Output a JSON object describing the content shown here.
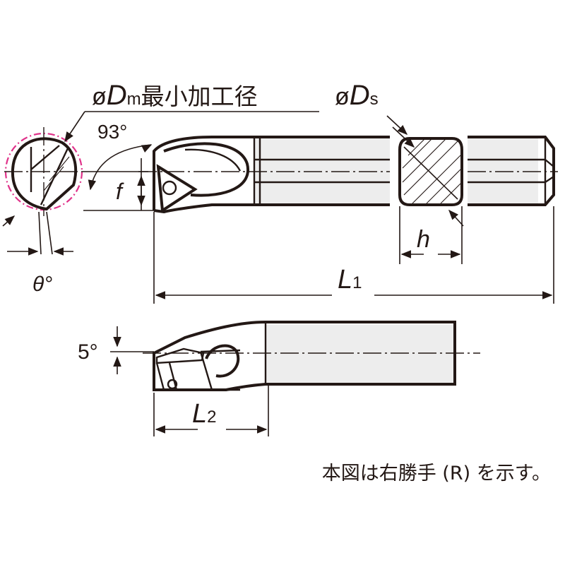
{
  "labels": {
    "dm_symbol": "ø",
    "dm_letter": "D",
    "dm_subscript": "m",
    "dm_text": "最小加工径",
    "ds_symbol": "ø",
    "ds_letter": "D",
    "ds_subscript": "s",
    "angle_93": "93°",
    "f": "f",
    "h": "h",
    "theta": "θ°",
    "l1_letter": "L",
    "l1_subscript": "1",
    "angle_5": "5°",
    "l2_letter": "L",
    "l2_subscript": "2"
  },
  "note": "本図は右勝手 (R) を示す。",
  "colors": {
    "line": "#231815",
    "min_bore_circle": "#e0338a",
    "body_fill": "#ededed"
  }
}
